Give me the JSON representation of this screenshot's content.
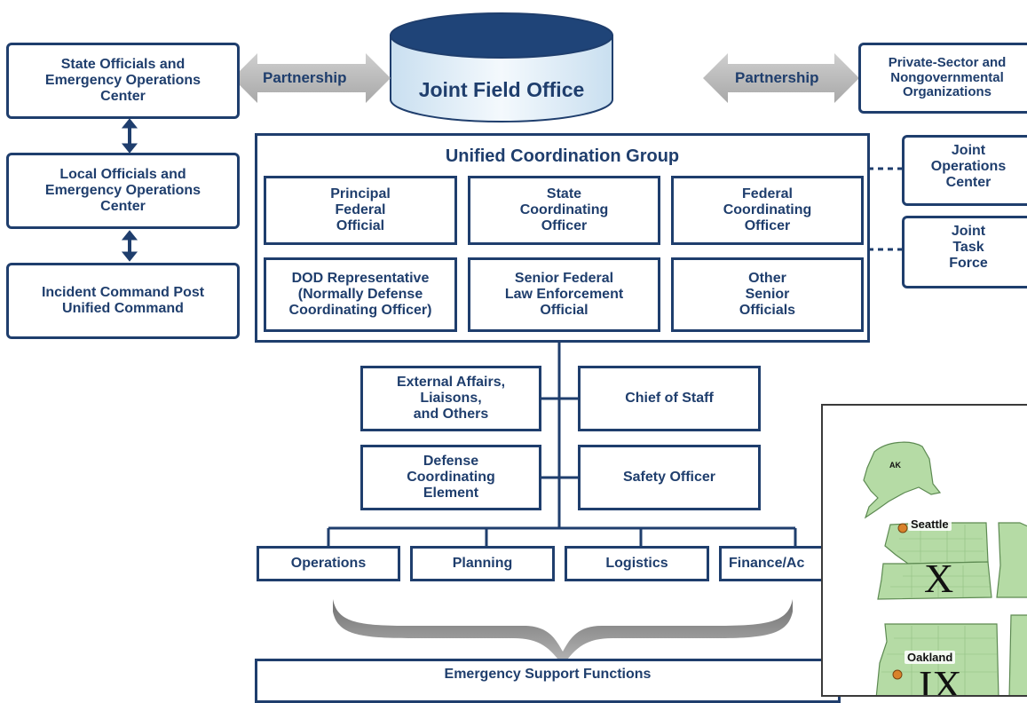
{
  "colors": {
    "navy": "#1f3e6d",
    "arrow_gray": "#b3b3b3",
    "map_green": "#b5dba5",
    "brace_gray": "#8a8a8a"
  },
  "top_row": {
    "state_officials": "State Officials and\nEmergency Operations\nCenter",
    "partnership_left": "Partnership",
    "joint_field_office": "Joint Field Office",
    "partnership_right": "Partnership",
    "private_sector": "Private-Sector and\nNongovernmental\nOrganizations"
  },
  "left_column": {
    "local_officials": "Local Officials and\nEmergency Operations\nCenter",
    "incident_command": "Incident Command Post\nUnified Command"
  },
  "ucg": {
    "title": "Unified Coordination Group",
    "members": [
      "Principal\nFederal\nOfficial",
      "State\nCoordinating\nOfficer",
      "Federal\nCoordinating\nOfficer",
      "DOD Representative\n(Normally Defense\nCoordinating Officer)",
      "Senior Federal\nLaw Enforcement\nOfficial",
      "Other\nSenior\nOfficials"
    ]
  },
  "right_column": {
    "joint_operations_center": "Joint\nOperations\nCenter",
    "joint_task_force": "Joint\nTask\nForce"
  },
  "staff": {
    "external_affairs": "External Affairs,\nLiaisons,\nand Others",
    "chief_of_staff": "Chief of Staff",
    "defense_coordinating_element": "Defense\nCoordinating\nElement",
    "safety_officer": "Safety Officer"
  },
  "sections": [
    "Operations",
    "Planning",
    "Logistics",
    "Finance/Ac"
  ],
  "esf": "Emergency Support Functions",
  "map": {
    "alaska_label": "AK",
    "seattle": "Seattle",
    "region_x": "X",
    "oakland": "Oakland",
    "region_ix": "IX"
  }
}
